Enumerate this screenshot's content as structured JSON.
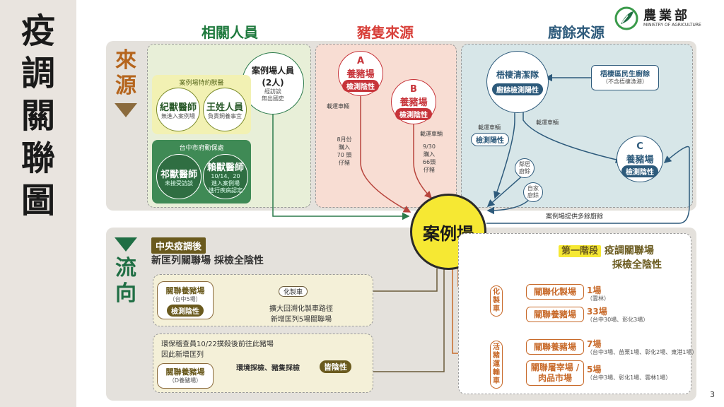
{
  "page": {
    "vertical_title": [
      "疫",
      "調",
      "關",
      "聯",
      "圖"
    ],
    "page_number": "3"
  },
  "logo": {
    "name": "農業部",
    "english": "MINISTRY OF AGRICULTURE",
    "icon": "leaf-logo-icon"
  },
  "headers": {
    "people": "相關人員",
    "pig_source": "豬隻來源",
    "waste_source": "廚餘來源"
  },
  "side": {
    "source": [
      "來",
      "源"
    ],
    "flow": [
      "流",
      "向"
    ]
  },
  "people": {
    "case_farm_staff": {
      "title": "案例場人員",
      "count": "(2人)",
      "note1": "經訪談",
      "note2": "無出國史"
    },
    "special_vets_label": "案例場特約獸醫",
    "vet_ji": {
      "name": "紀獸醫師",
      "note": "無進入案例場"
    },
    "staff_wang": {
      "name": "王姓人員",
      "note": "負責飼養事宜"
    },
    "city_gov_label": "台中市府動保處",
    "vet_qi": {
      "name": "祁獸醫師",
      "note": "未接受訪談"
    },
    "vet_lai": {
      "name": "賴獸醫師",
      "note1": "10/14、20",
      "note2": "進入案例場",
      "note3": "進行疾病認定"
    }
  },
  "pigs": {
    "farm_a": {
      "letter": "A",
      "name": "養豬場",
      "tag": "檢測陰性"
    },
    "farm_b": {
      "letter": "B",
      "name": "養豬場",
      "tag": "檢測陰性"
    },
    "truck_a": "載運車輛",
    "truck_b": "載運車輛",
    "note_a": [
      "8月份",
      "購入",
      "70 頭",
      "仔豬"
    ],
    "note_b": [
      "9/30",
      "購入",
      "66頭",
      "仔豬"
    ]
  },
  "waste": {
    "cleaning_team": {
      "name": "梧棲清潔隊",
      "tag": "廚餘檢測陽性"
    },
    "wuqi_district": {
      "name": "梧棲區民生廚餘",
      "note": "（不含梧棲漁港）"
    },
    "truck_left": "載運車輛",
    "truck_left_tag": "檢測陽性",
    "truck_right": "載運車輛",
    "farm_c": {
      "letter": "C",
      "name": "養豬場",
      "tag": "檢測陰性"
    },
    "neighbor": [
      "鄰居",
      "廚餘"
    ],
    "own_home": [
      "自家",
      "廚餘"
    ],
    "extra_waste": "案例場提供多餘廚餘"
  },
  "center": {
    "label": "案例場"
  },
  "central": {
    "tag": "中央疫調後",
    "subtitle": "新匡列關聯場  採檢全陰性",
    "related_farm1": {
      "name": "關聯養豬場",
      "note": "（台中5場）",
      "tag": "檢測陰性"
    },
    "chem_truck": "化製車",
    "expand_note1": "擴大回溯化製車路徑",
    "expand_note2": "新增匡列5場關聯場",
    "epa_note1": "環保稽查員10/22撲殺後前往此豬場",
    "epa_note2": "因此新增匡列",
    "related_farm2": {
      "name": "關聯養豬場",
      "note": "（D養豬場）"
    },
    "sampling": "環境採檢、豬隻採檢",
    "all_negative": "皆陰性"
  },
  "phase1": {
    "tag": "第一階段",
    "title1": "疫調關聯場",
    "title2": "採檢全陰性",
    "chem_vehicle": [
      "化",
      "製",
      "車"
    ],
    "live_pig_vehicle": [
      "活",
      "豬",
      "運",
      "輸",
      "車"
    ],
    "items": [
      {
        "name": "關聯化製場",
        "count": "1場",
        "note": "（雲林）"
      },
      {
        "name": "關聯養豬場",
        "count": "33場",
        "note": "（台中30場、彰化3場）"
      },
      {
        "name": "關聯養豬場",
        "count": "7場",
        "note": "（台中3場、苗栗1場、彰化2場、東港1場）"
      },
      {
        "name": "關聯屠宰場 /肉品市場",
        "count": "5場",
        "note": "（台中3場、彰化1場、雲林1場）"
      }
    ]
  },
  "colors": {
    "green": "#1f7a3e",
    "red": "#d8403a",
    "blue": "#2d5a7b",
    "yellow": "#f6e833",
    "orange": "#c86a2a"
  }
}
